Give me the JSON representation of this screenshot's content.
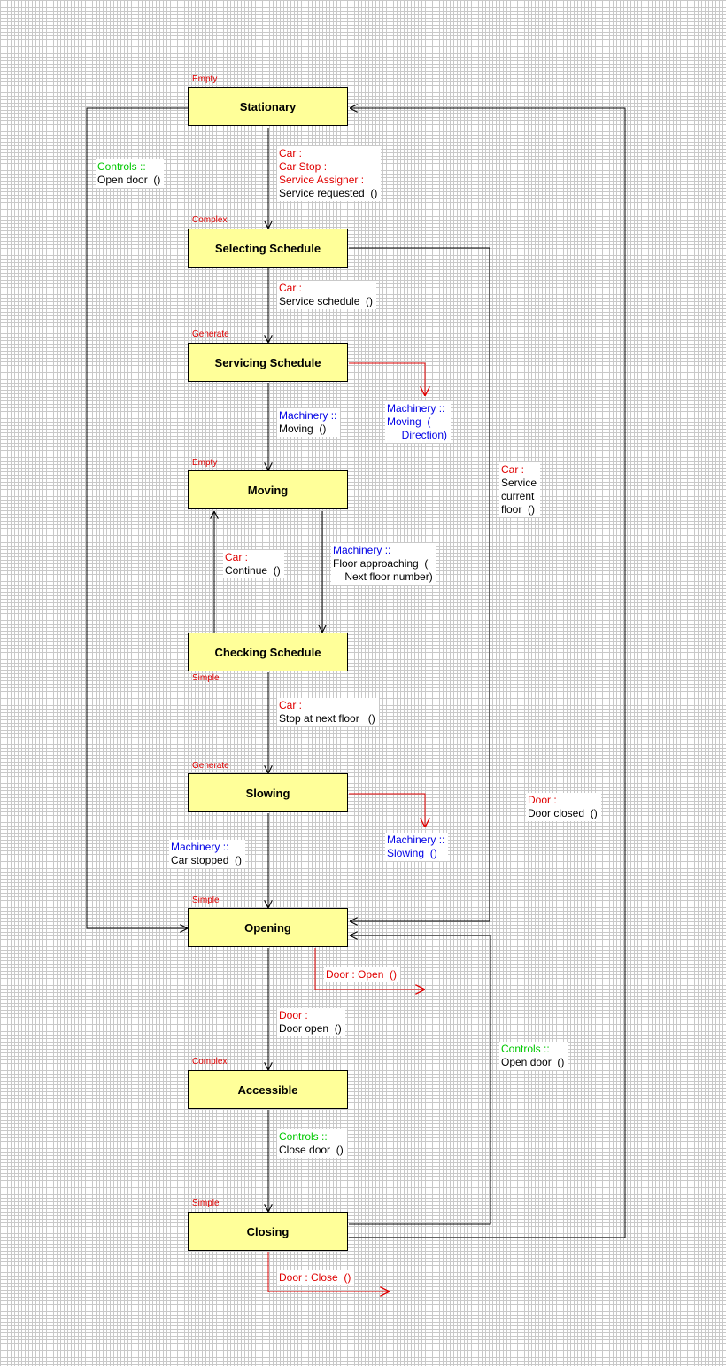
{
  "states": [
    {
      "id": "stationary",
      "name": "Stationary",
      "type": "Empty"
    },
    {
      "id": "selecting",
      "name": "Selecting Schedule",
      "type": "Complex"
    },
    {
      "id": "servicing",
      "name": "Servicing Schedule",
      "type": "Generate"
    },
    {
      "id": "moving",
      "name": "Moving",
      "type": "Empty"
    },
    {
      "id": "checking",
      "name": "Checking Schedule",
      "type": "Simple"
    },
    {
      "id": "slowing",
      "name": "Slowing",
      "type": "Generate"
    },
    {
      "id": "opening",
      "name": "Opening",
      "type": "Simple"
    },
    {
      "id": "accessible",
      "name": "Accessible",
      "type": "Complex"
    },
    {
      "id": "closing",
      "name": "Closing",
      "type": "Simple"
    }
  ],
  "transitions": {
    "stationary_to_selecting": {
      "l1": "Car :",
      "l2": "Car Stop :",
      "l3": "Service Assigner :",
      "l4": "Service requested  ()"
    },
    "stationary_to_opening": {
      "l1": "Controls ::",
      "l2": "Open door  ()"
    },
    "selecting_to_servicing": {
      "l1": "Car :",
      "l2": "Service schedule  ()"
    },
    "selecting_to_opening": {
      "l1": "Car :",
      "l2": "Service",
      "l3": "current",
      "l4": "floor  ()"
    },
    "servicing_to_moving": {
      "l1": "Machinery ::",
      "l2": "Moving  ()"
    },
    "moving_to_checking": {
      "l1": "Machinery ::",
      "l2": "Floor approaching  (",
      "l3": "    Next floor number)"
    },
    "checking_to_moving": {
      "l1": "Car :",
      "l2": "Continue  ()"
    },
    "checking_to_slowing": {
      "l1": "Car :",
      "l2": "Stop at next floor   ()"
    },
    "slowing_to_opening": {
      "l1": "Machinery ::",
      "l2": "Car stopped  ()"
    },
    "opening_to_accessible": {
      "l1": "Door :",
      "l2": "Door open  ()"
    },
    "accessible_to_closing": {
      "l1": "Controls ::",
      "l2": "Close door  ()"
    },
    "closing_to_opening": {
      "l1": "Controls ::",
      "l2": "Open door  ()"
    },
    "closing_to_stationary": {
      "l1": "Door :",
      "l2": "Door closed  ()"
    }
  },
  "generated_events": {
    "servicing": {
      "l1": "Machinery ::",
      "l2": "Moving  (",
      "l3": "     Direction)"
    },
    "slowing": {
      "l1": "Machinery ::",
      "l2": "Slowing  ()"
    },
    "opening": {
      "l1": "Door : Open  ()"
    },
    "closing": {
      "l1": "Door : Close  ()"
    }
  },
  "colors": {
    "state_fill": "#ffff99",
    "state_type": "#e00000",
    "class_name": "#e00000",
    "machinery": "#0000e6",
    "controls": "#00c800",
    "generated_arrow": "#e00000",
    "transition_arrow": "#000000"
  }
}
